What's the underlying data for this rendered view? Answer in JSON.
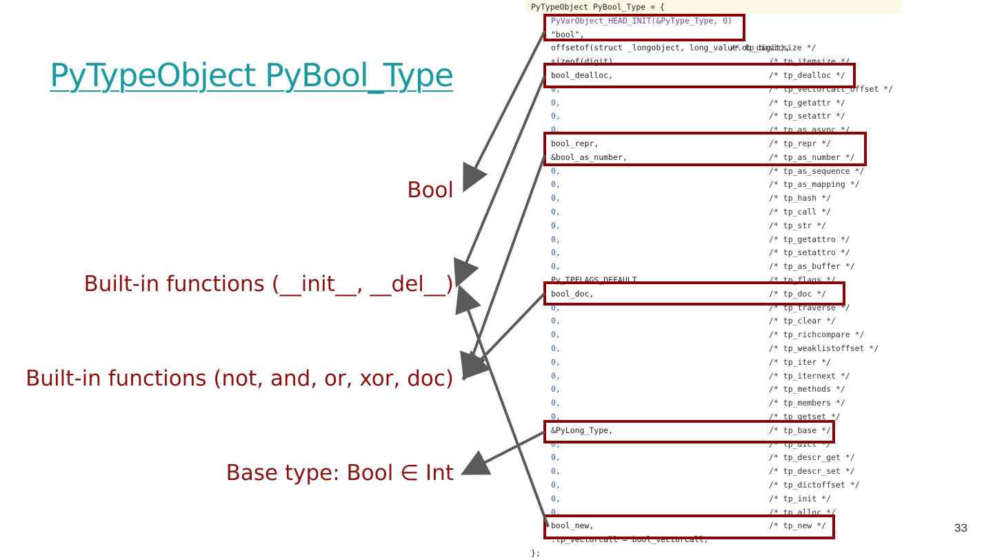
{
  "slide": {
    "title": "PyTypeObject PyBool_Type",
    "labels": {
      "bool": "Bool",
      "builtin_init_del": "Built-in functions (__init__, __del__)",
      "builtin_ops": "Built-in functions (not, and, or, xor, doc)",
      "base_type": "Base type: Bool ∈ Int"
    },
    "page_number": "33"
  },
  "code": {
    "lines": [
      {
        "code": "PyTypeObject PyBool_Type = {",
        "comment": ""
      },
      {
        "code": "PyVarObject_HEAD_INIT(&PyType_Type, 0)",
        "comment": ""
      },
      {
        "code": "\"bool\",",
        "comment": ""
      },
      {
        "code": "offsetof(struct _longobject, long_value.ob_digit),",
        "comment": "  /* tp_basicsize */"
      },
      {
        "code": "sizeof(digit),",
        "comment": "/* tp_itemsize */"
      },
      {
        "code": "bool_dealloc,",
        "comment": "/* tp_dealloc */"
      },
      {
        "code": "0,",
        "comment": "/* tp_vectorcall_offset */"
      },
      {
        "code": "0,",
        "comment": "/* tp_getattr */"
      },
      {
        "code": "0,",
        "comment": "/* tp_setattr */"
      },
      {
        "code": "0,",
        "comment": "/* tp_as_async */"
      },
      {
        "code": "bool_repr,",
        "comment": "/* tp_repr */"
      },
      {
        "code": "&bool_as_number,",
        "comment": "/* tp_as_number */"
      },
      {
        "code": "0,",
        "comment": "/* tp_as_sequence */"
      },
      {
        "code": "0,",
        "comment": "/* tp_as_mapping */"
      },
      {
        "code": "0,",
        "comment": "/* tp_hash */"
      },
      {
        "code": "0,",
        "comment": "/* tp_call */"
      },
      {
        "code": "0,",
        "comment": "/* tp_str */"
      },
      {
        "code": "0,",
        "comment": "/* tp_getattro */"
      },
      {
        "code": "0,",
        "comment": "/* tp_setattro */"
      },
      {
        "code": "0,",
        "comment": "/* tp_as_buffer */"
      },
      {
        "code": "Py_TPFLAGS_DEFAULT,",
        "comment": "/* tp_flags */"
      },
      {
        "code": "bool_doc,",
        "comment": "/* tp_doc */"
      },
      {
        "code": "0,",
        "comment": "/* tp_traverse */"
      },
      {
        "code": "0,",
        "comment": "/* tp_clear */"
      },
      {
        "code": "0,",
        "comment": "/* tp_richcompare */"
      },
      {
        "code": "0,",
        "comment": "/* tp_weaklistoffset */"
      },
      {
        "code": "0,",
        "comment": "/* tp_iter */"
      },
      {
        "code": "0,",
        "comment": "/* tp_iternext */"
      },
      {
        "code": "0,",
        "comment": "/* tp_methods */"
      },
      {
        "code": "0,",
        "comment": "/* tp_members */"
      },
      {
        "code": "0,",
        "comment": "/* tp_getset */"
      },
      {
        "code": "&PyLong_Type,",
        "comment": "/* tp_base */"
      },
      {
        "code": "0,",
        "comment": "/* tp_dict */"
      },
      {
        "code": "0,",
        "comment": "/* tp_descr_get */"
      },
      {
        "code": "0,",
        "comment": "/* tp_descr_set */"
      },
      {
        "code": "0,",
        "comment": "/* tp_dictoffset */"
      },
      {
        "code": "0,",
        "comment": "/* tp_init */"
      },
      {
        "code": "0,",
        "comment": "/* tp_alloc */"
      },
      {
        "code": "bool_new,",
        "comment": "/* tp_new */"
      },
      {
        "code": ".tp_vectorcall = bool_vectorcall,",
        "comment": ""
      },
      {
        "code": "};",
        "comment": ""
      }
    ]
  },
  "colors": {
    "title": "#1a9aa0",
    "label_text": "#8b1010",
    "highlight_box": "#8b0000",
    "arrow": "#5a5a5a",
    "code_zero": "#2b5fb4"
  }
}
